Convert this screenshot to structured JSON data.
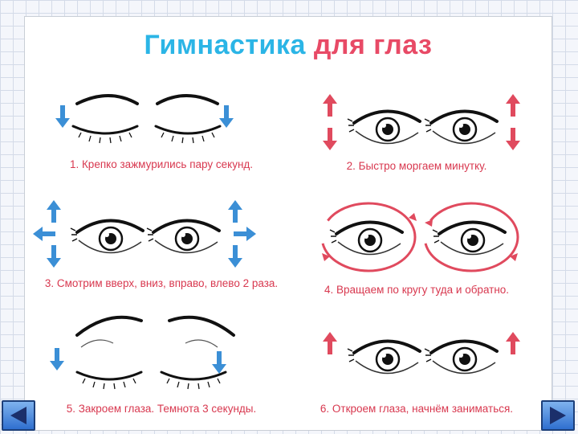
{
  "slide": {
    "title_part1": "Гимнастика",
    "title_part2": "для глаз"
  },
  "exercises": [
    {
      "caption": "1. Крепко зажмурились пару секунд."
    },
    {
      "caption": "2. Быстро моргаем минутку."
    },
    {
      "caption": "3. Смотрим вверх, вниз, вправо, влево 2 раза."
    },
    {
      "caption": "4. Вращаем по кругу туда и обратно."
    },
    {
      "caption": "5. Закроем глаза. Темнота 3 секунды."
    },
    {
      "caption": "6. Откроем глаза, начнём заниматься."
    }
  ],
  "colors": {
    "title_blue": "#2bb5e6",
    "title_pink": "#e84a66",
    "caption_red": "#d8384f",
    "arrow_blue": "#3b8fd6",
    "arrow_red": "#e04a5e"
  },
  "navigation": {
    "prev_icon": "triangle-left-icon",
    "next_icon": "triangle-right-icon"
  }
}
